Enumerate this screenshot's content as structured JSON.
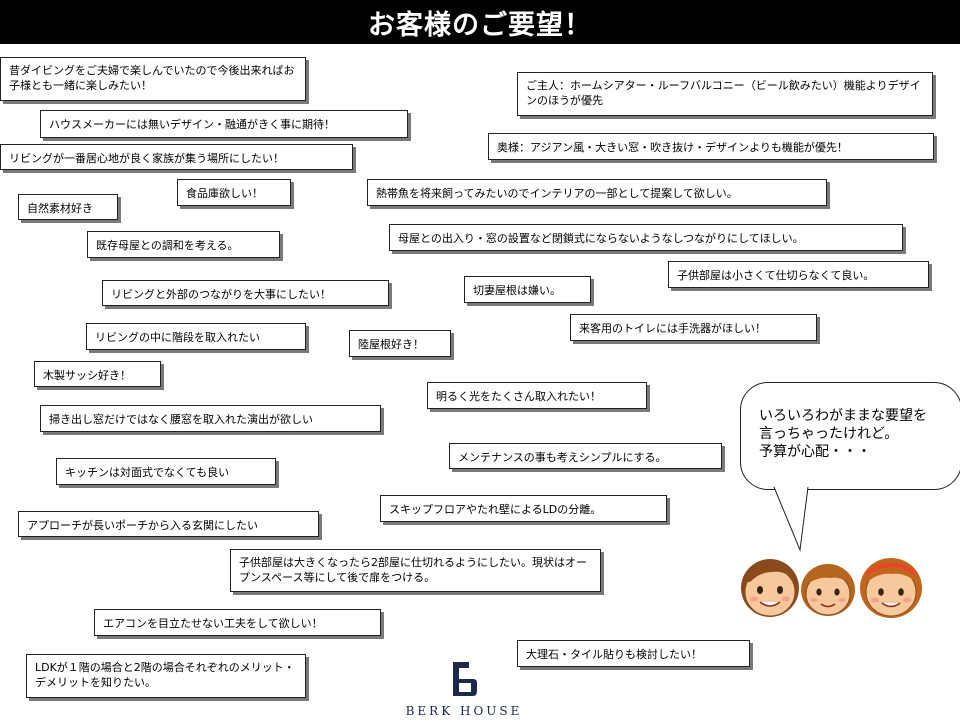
{
  "title": "お客様のご要望！",
  "wishes": [
    "昔ダイビングをご夫婦で楽しんでいたので今後出来ればお子様とも一緒に楽しみたい！",
    "ハウスメーカーには無いデザイン・融通がきく事に期待！",
    "リビングが一番居心地が良く家族が集う場所にしたい！",
    "食品庫欲しい！",
    "自然素材好き",
    "既存母屋との調和を考える。",
    "リビングと外部のつながりを大事にしたい！",
    "リビングの中に階段を取入れたい",
    "陸屋根好き！",
    "木製サッシ好き！",
    "掃き出し窓だけではなく腰窓を取入れた演出が欲しい",
    "キッチンは対面式でなくても良い",
    "アプローチが長いポーチから入る玄関にしたい",
    "エアコンを目立たせない工夫をして欲しい！",
    "LDKが１階の場合と2階の場合それぞれのメリット・デメリットを知りたい。",
    "ご主人：ホームシアター・ルーフバルコニー（ビール飲みたい）機能よりデザインのほうが優先",
    "奥様：アジアン風・大きい窓・吹き抜け・デザインよりも機能が優先！",
    "熱帯魚を将来飼ってみたいのでインテリアの一部として提案して欲しい。",
    "母屋との出入り・窓の設置など閉鎖式にならないようなしつながりにしてほしい。",
    "子供部屋は小さくて仕切らなくて良い。",
    "切妻屋根は嫌い。",
    "来客用のトイレには手洗器がほしい！",
    "明るく光をたくさん取入れたい！",
    "メンテナンスの事も考えシンプルにする。",
    "スキップフロアやたれ壁によるLDの分離。",
    "子供部屋は大きくなったら2部屋に仕切れるようにしたい。現状はオープンスペース等にして後で扉をつける。",
    "大理石・タイル貼りも検討したい！"
  ],
  "speech": {
    "line1": "いろいろわがままな要望を",
    "line2": "言っちゃったけれど。",
    "line3": "予算が心配・・・"
  },
  "logo": {
    "text": "BERK HOUSE",
    "color": "#1b2a4a"
  },
  "colors": {
    "title_bar": "#000000",
    "box_shadow": "#7a7a7a",
    "face_skin": "#f7c89b",
    "hair_brown": "#8b4a1c",
    "hair_orange": "#b5651d",
    "headband": "#e8452a"
  }
}
